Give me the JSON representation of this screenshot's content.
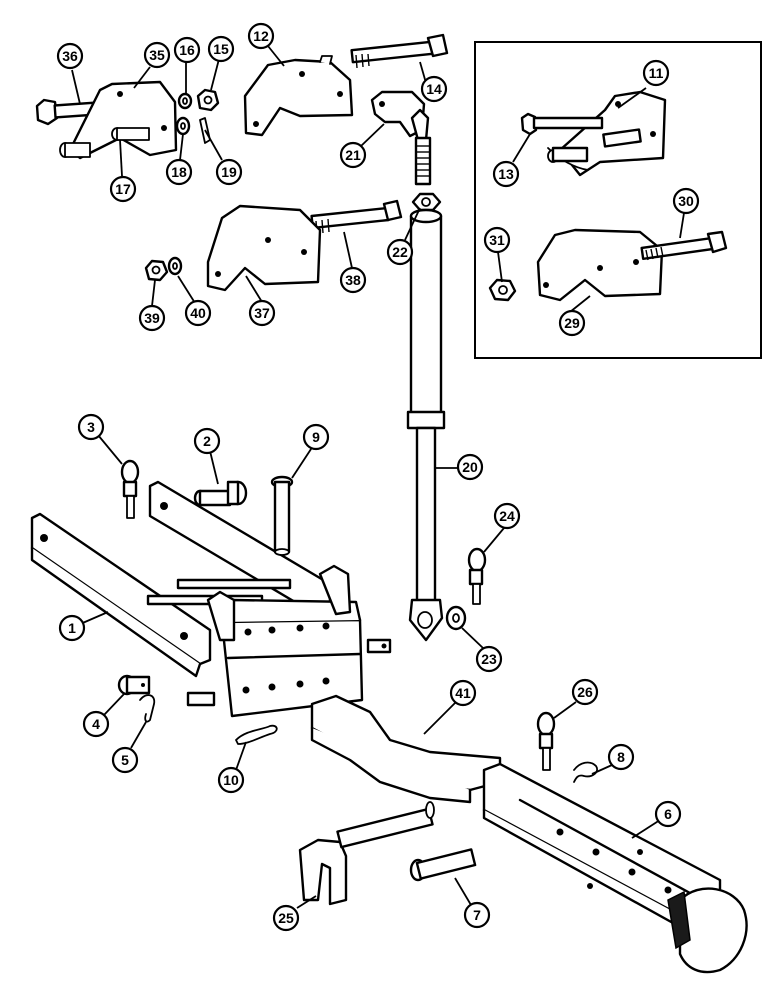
{
  "diagram": {
    "type": "exploded-parts-view",
    "inset": true,
    "callouts": [
      {
        "id": "c1",
        "label": "1"
      },
      {
        "id": "c2",
        "label": "2"
      },
      {
        "id": "c3",
        "label": "3"
      },
      {
        "id": "c4",
        "label": "4"
      },
      {
        "id": "c5",
        "label": "5"
      },
      {
        "id": "c6",
        "label": "6"
      },
      {
        "id": "c7",
        "label": "7"
      },
      {
        "id": "c8",
        "label": "8"
      },
      {
        "id": "c9",
        "label": "9"
      },
      {
        "id": "c10",
        "label": "10"
      },
      {
        "id": "c11",
        "label": "11"
      },
      {
        "id": "c12",
        "label": "12"
      },
      {
        "id": "c13",
        "label": "13"
      },
      {
        "id": "c14",
        "label": "14"
      },
      {
        "id": "c15",
        "label": "15"
      },
      {
        "id": "c16",
        "label": "16"
      },
      {
        "id": "c17",
        "label": "17"
      },
      {
        "id": "c18",
        "label": "18"
      },
      {
        "id": "c19",
        "label": "19"
      },
      {
        "id": "c20",
        "label": "20"
      },
      {
        "id": "c21",
        "label": "21"
      },
      {
        "id": "c22",
        "label": "22"
      },
      {
        "id": "c23",
        "label": "23"
      },
      {
        "id": "c24",
        "label": "24"
      },
      {
        "id": "c25",
        "label": "25"
      },
      {
        "id": "c26",
        "label": "26"
      },
      {
        "id": "c29",
        "label": "29"
      },
      {
        "id": "c30",
        "label": "30"
      },
      {
        "id": "c31",
        "label": "31"
      },
      {
        "id": "c35",
        "label": "35"
      },
      {
        "id": "c36",
        "label": "36"
      },
      {
        "id": "c37",
        "label": "37"
      },
      {
        "id": "c38",
        "label": "38"
      },
      {
        "id": "c39",
        "label": "39"
      },
      {
        "id": "c40",
        "label": "40"
      },
      {
        "id": "c41",
        "label": "41"
      }
    ]
  }
}
